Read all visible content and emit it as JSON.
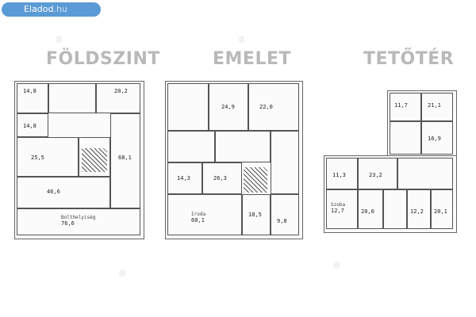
{
  "site_badge": {
    "brand": "Eladod",
    "tld": ".hu"
  },
  "headings": {
    "ground": "FÖLDSZINT",
    "upper": "EMELET",
    "attic": "TETŐTÉR"
  },
  "ground_labels": {
    "r1": "14,8",
    "r2": "20,2",
    "r3": "14,8",
    "r4": "25,5",
    "r5": "46,6",
    "r6": "68,1",
    "r7": "76,6",
    "r7_name": "Bolthelyiség"
  },
  "upper_labels": {
    "r1": "22,0",
    "r2": "24,9",
    "r3": "14,3",
    "r4": "26,3",
    "r5": "60,1",
    "r5_name": "Iroda",
    "r6": "18,5",
    "r7": "9,8"
  },
  "attic_labels": {
    "r1": "11,7",
    "r2": "21,1",
    "r3": "16,9",
    "r4": "11,3",
    "r5": "23,2",
    "r6": "12,7",
    "r7": "20,0",
    "r8": "12,2",
    "r9": "20,1",
    "room_name": "Szoba"
  }
}
